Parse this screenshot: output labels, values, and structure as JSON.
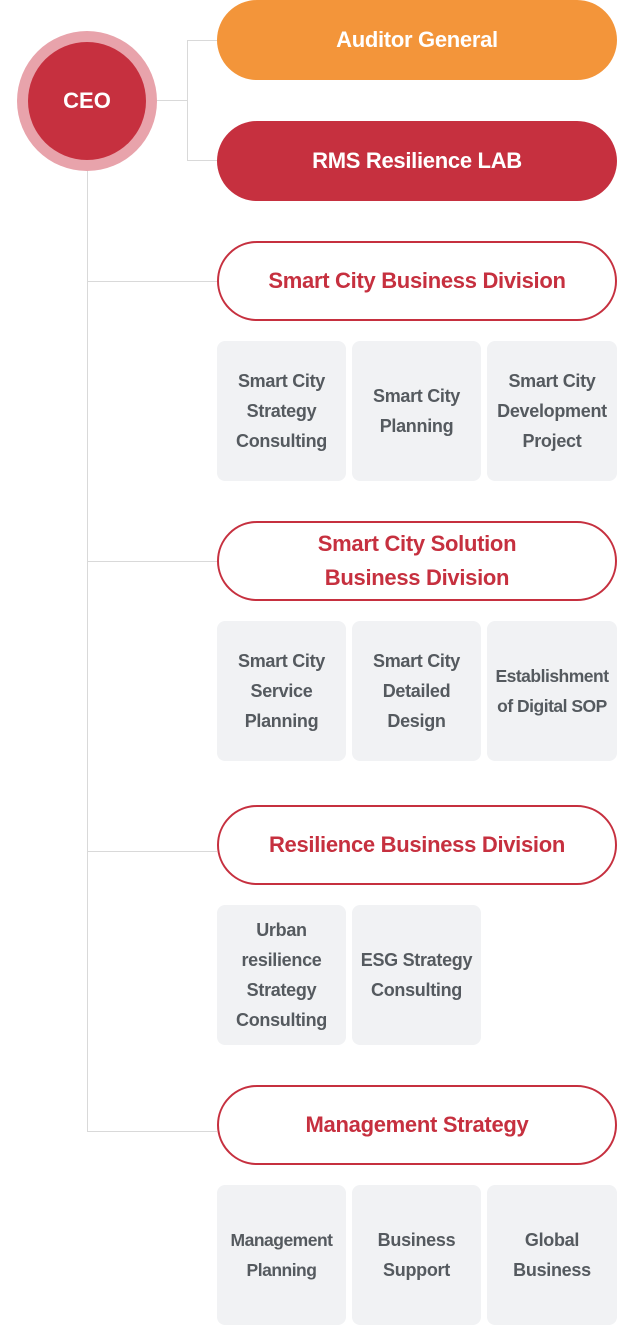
{
  "ceo": {
    "label": "CEO"
  },
  "top_units": [
    {
      "label": "Auditor General"
    },
    {
      "label": "RMS Resilience LAB"
    }
  ],
  "divisions": [
    {
      "label": "Smart City Business Division",
      "teams": [
        "Smart City\nStrategy\nConsulting",
        "Smart City\nPlanning",
        "Smart City\nDevelopment\nProject"
      ]
    },
    {
      "label": "Smart City Solution\nBusiness Division",
      "teams": [
        "Smart City\nService\nPlanning",
        "Smart City\nDetailed\nDesign",
        "Establishment\nof Digital SOP"
      ]
    },
    {
      "label": "Resilience Business Division",
      "teams": [
        "Urban\nresilience\nStrategy\nConsulting",
        "ESG Strategy\nConsulting"
      ]
    },
    {
      "label": "Management Strategy",
      "teams": [
        "Management\nPlanning",
        "Business\nSupport",
        "Global\nBusiness"
      ]
    }
  ],
  "colors": {
    "primary_red": "#c6303f",
    "accent_orange": "#f3953a",
    "team_box_bg": "#f1f2f4",
    "connector": "#d9d9d9"
  }
}
